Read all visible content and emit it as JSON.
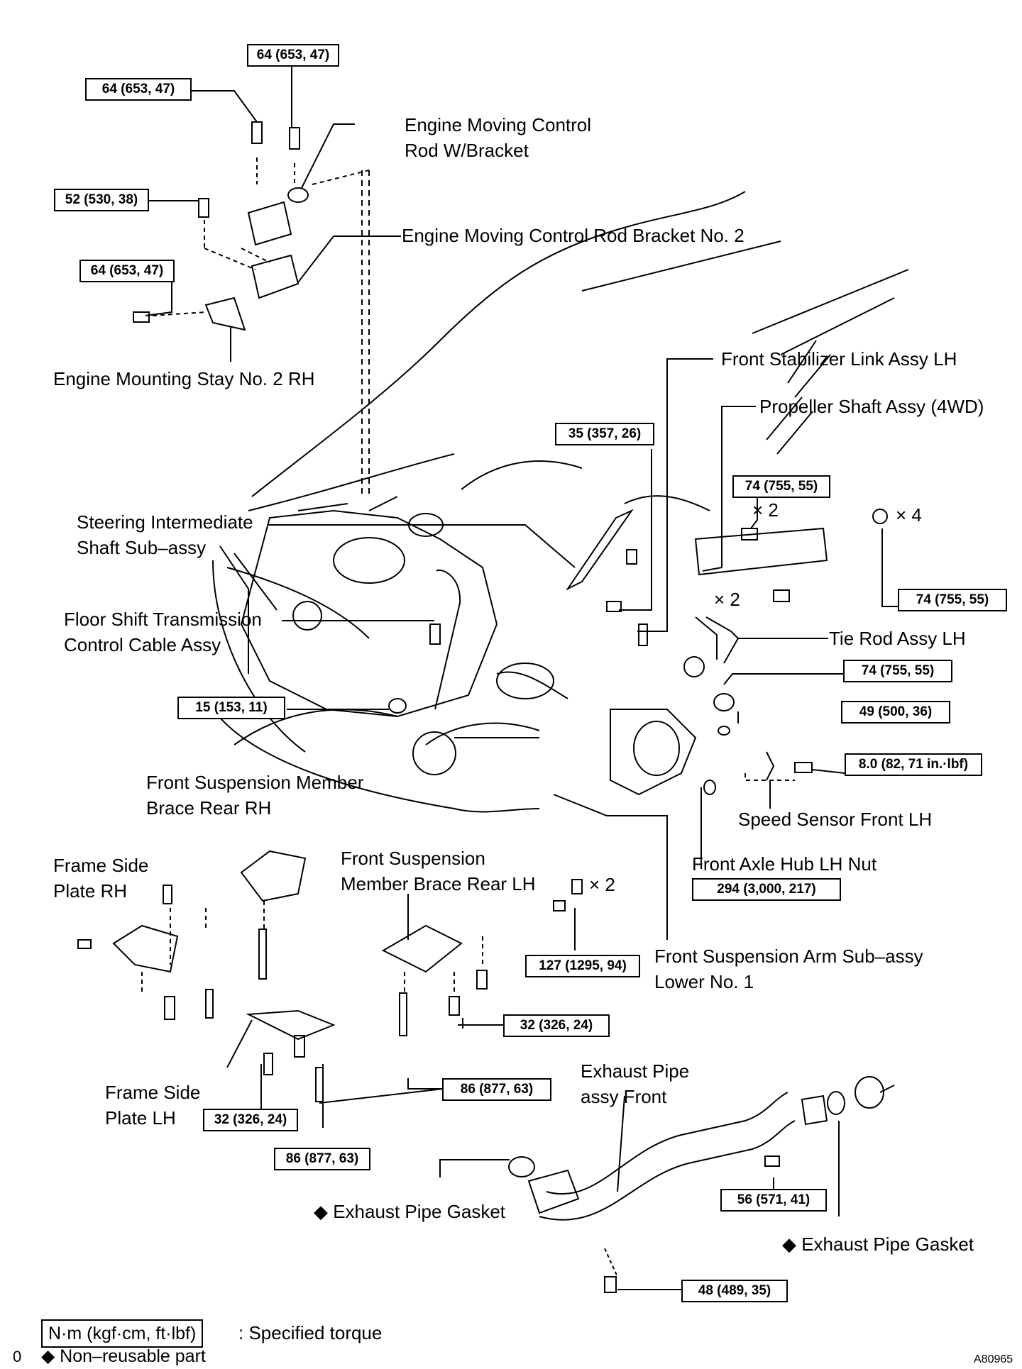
{
  "labels": {
    "engine_moving_control_rod": [
      "Engine Moving Control",
      "Rod W/Bracket"
    ],
    "engine_moving_control_rod_bracket": "Engine Moving Control Rod Bracket No. 2",
    "engine_mounting_stay": "Engine Mounting Stay No. 2 RH",
    "front_stabilizer_link": "Front Stabilizer Link Assy LH",
    "propeller_shaft": "Propeller Shaft Assy (4WD)",
    "steering_intermediate_shaft": [
      "Steering Intermediate",
      "Shaft Sub–assy"
    ],
    "floor_shift_cable": [
      "Floor Shift Transmission",
      "Control Cable Assy"
    ],
    "tie_rod": "Tie Rod Assy LH",
    "speed_sensor": "Speed Sensor Front LH",
    "front_axle_hub_nut": "Front Axle Hub LH Nut",
    "brace_rear_rh": [
      "Front Suspension Member",
      "Brace Rear RH"
    ],
    "frame_side_plate_rh": [
      "Frame Side",
      "Plate RH"
    ],
    "brace_rear_lh": [
      "Front Suspension",
      "Member Brace Rear LH"
    ],
    "suspension_arm": [
      "Front Suspension Arm Sub–assy",
      "Lower No. 1"
    ],
    "frame_side_plate_lh": [
      "Frame Side",
      "Plate LH"
    ],
    "exhaust_pipe_front": [
      "Exhaust Pipe",
      "assy Front"
    ],
    "exhaust_gasket_left": "◆ Exhaust Pipe Gasket",
    "exhaust_gasket_right": "◆ Exhaust Pipe Gasket"
  },
  "torques": {
    "t_top": "64 (653, 47)",
    "t_left": "64 (653, 47)",
    "t_52": "52 (530, 38)",
    "t_stay": "64 (653, 47)",
    "t_35": "35 (357, 26)",
    "t_74a": "74 (755, 55)",
    "t_74b": "74 (755, 55)",
    "t_74c": "74 (755, 55)",
    "t_15": "15 (153, 11)",
    "t_49": "49 (500, 36)",
    "t_8": "8.0 (82, 71 in.·lbf)",
    "t_294": "294 (3,000, 217)",
    "t_127": "127 (1295, 94)",
    "t_32a": "32 (326, 24)",
    "t_86a": "86 (877, 63)",
    "t_32b": "32 (326, 24)",
    "t_86b": "86 (877, 63)",
    "t_56": "56 (571, 41)",
    "t_48": "48 (489, 35)"
  },
  "multipliers": {
    "m_x2_a": "× 2",
    "m_x4": "× 4",
    "m_x2_b": "× 2",
    "m_x2_c": "× 2"
  },
  "legend": {
    "unit_box": "N·m (kgf·cm, ft·lbf)",
    "unit_desc": ": Specified torque",
    "nonreusable": "◆ Non–reusable part",
    "margin_mark": "0",
    "figure_code": "A80965"
  }
}
